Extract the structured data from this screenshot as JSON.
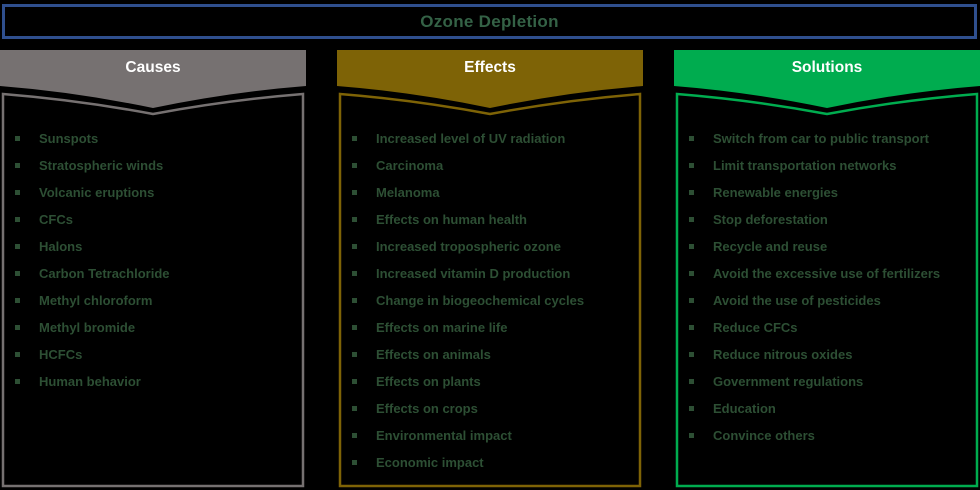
{
  "title": "Ozone Depletion",
  "colors": {
    "background": "#000000",
    "title_border": "#2F4F8E",
    "title_text": "#346246",
    "header_text": "#FFFFFF",
    "item_text": "#2D4F34",
    "causes_accent": "#767171",
    "effects_accent": "#7E6306",
    "solutions_accent": "#00AC4F"
  },
  "bullet_icon": "square-bullet",
  "columns": [
    {
      "id": "causes",
      "label": "Causes",
      "color": "#767171",
      "items": [
        "Sunspots",
        "Stratospheric winds",
        "Volcanic eruptions",
        "CFCs",
        "Halons",
        "Carbon Tetrachloride",
        "Methyl chloroform",
        "Methyl bromide",
        "HCFCs",
        "Human behavior"
      ]
    },
    {
      "id": "effects",
      "label": "Effects",
      "color": "#7E6306",
      "items": [
        "Increased level of UV radiation",
        "Carcinoma",
        "Melanoma",
        "Effects on human health",
        "Increased tropospheric ozone",
        "Increased vitamin D production",
        "Change in biogeochemical cycles",
        "Effects on marine life",
        "Effects on animals",
        "Effects on plants",
        "Effects on crops",
        "Environmental impact",
        "Economic impact"
      ]
    },
    {
      "id": "solutions",
      "label": "Solutions",
      "color": "#00AC4F",
      "items": [
        "Switch from car to public transport",
        "Limit transportation networks",
        "Renewable energies",
        "Stop deforestation",
        "Recycle and reuse",
        "Avoid the excessive use of fertilizers",
        "Avoid the use of pesticides",
        "Reduce CFCs",
        "Reduce nitrous oxides",
        "Government regulations",
        "Education",
        "Convince others"
      ]
    }
  ]
}
